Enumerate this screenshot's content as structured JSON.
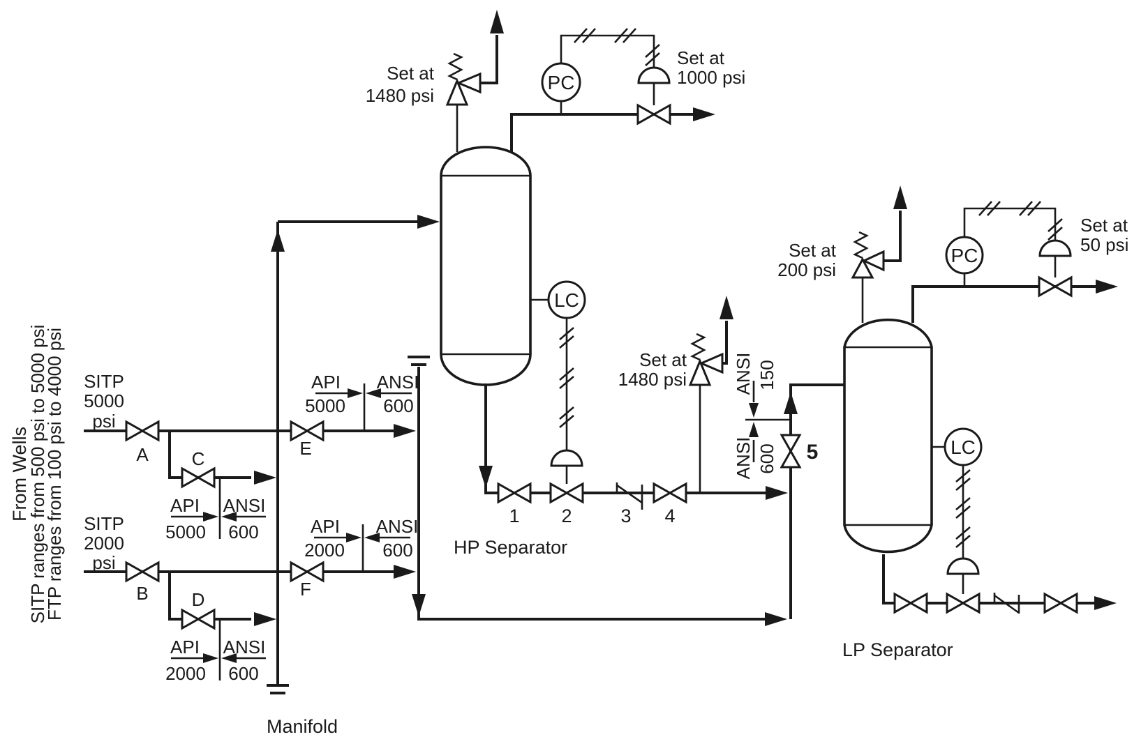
{
  "theme": {
    "ink": "#1a1a1a",
    "background": "#ffffff"
  },
  "left_notes": {
    "line1": "From Wells",
    "line2": "SITP ranges from 500 psi to 5000 psi",
    "line3": "FTP ranges from 100 psi to 4000 psi"
  },
  "wells": [
    {
      "service_label": "SITP",
      "pressure": "5000",
      "unit": "psi",
      "wing_valve": "A",
      "header_valve": "C",
      "spec_break": {
        "left_std": "API",
        "left_rating": "5000",
        "right_std": "ANSI",
        "right_rating": "600"
      }
    },
    {
      "service_label": "SITP",
      "pressure": "2000",
      "unit": "psi",
      "wing_valve": "B",
      "header_valve": "D",
      "spec_break": {
        "left_std": "API",
        "left_rating": "2000",
        "right_std": "ANSI",
        "right_rating": "600"
      }
    }
  ],
  "manifold": {
    "label": "Manifold",
    "outlets": [
      {
        "valve": "E",
        "spec_break": {
          "left_std": "API",
          "left_rating": "5000",
          "right_std": "ANSI",
          "right_rating": "600"
        }
      },
      {
        "valve": "F",
        "spec_break": {
          "left_std": "API",
          "left_rating": "2000",
          "right_std": "ANSI",
          "right_rating": "600"
        }
      }
    ]
  },
  "hp_separator": {
    "label": "HP Separator",
    "relief_valve": {
      "set_label": "Set at",
      "set_value": "1480 psi"
    },
    "pressure_controller": {
      "tag": "PC"
    },
    "pressure_valve": {
      "set_label": "Set at",
      "set_value": "1000 psi"
    },
    "level_controller": {
      "tag": "LC"
    },
    "drain_valves": {
      "v1": "1",
      "v2": "2",
      "v3": "3",
      "v4": "4"
    },
    "drain_relief_valve": {
      "set_label": "Set at",
      "set_value": "1480 psi"
    }
  },
  "transfer_line": {
    "valve": "5",
    "spec_break": {
      "top_std": "ANSI",
      "top_rating": "150",
      "bottom_std": "ANSI",
      "bottom_rating": "600"
    }
  },
  "lp_separator": {
    "label": "LP Separator",
    "relief_valve": {
      "set_label": "Set at",
      "set_value": "200 psi"
    },
    "pressure_controller": {
      "tag": "PC"
    },
    "pressure_valve": {
      "set_label": "Set at",
      "set_value": "50 psi"
    },
    "level_controller": {
      "tag": "LC"
    }
  }
}
